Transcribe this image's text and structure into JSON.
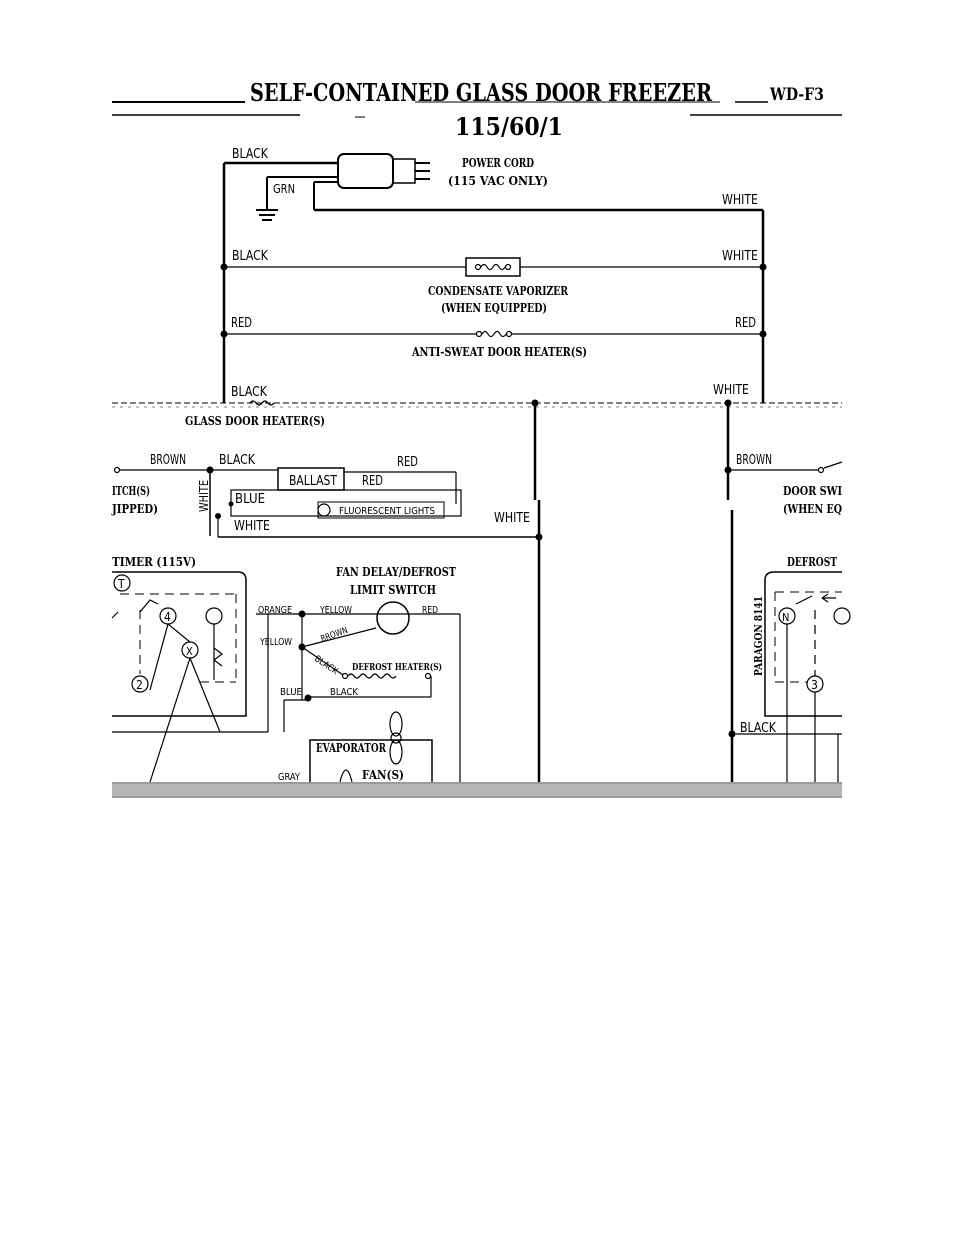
{
  "title": {
    "main": "SELF-CONTAINED GLASS DOOR FREEZER",
    "model": "WD-F3",
    "voltage": "115/60/1"
  },
  "components": {
    "power_cord": "POWER CORD",
    "power_cord_note": "(115 VAC ONLY)",
    "condensate": "CONDENSATE VAPORIZER",
    "condensate_note": "(WHEN EQUIPPED)",
    "anti_sweat": "ANTI-SWEAT DOOR HEATER(S)",
    "glass_door_heater": "GLASS DOOR HEATER(S)",
    "ballast": "BALLAST",
    "fluorescent": "FLUORESCENT LIGHTS",
    "switch_left_1": "ITCH(S)",
    "switch_left_2": "JIPPED)",
    "door_switch_1": "DOOR SWI",
    "door_switch_2": "(WHEN EQ",
    "timer": "TIMER (115V)",
    "fan_delay_1": "FAN DELAY/DEFROST",
    "fan_delay_2": "LIMIT SWITCH",
    "defrost_heater": "DEFROST HEATER(S)",
    "evaporator": "EVAPORATOR",
    "fan": "FAN(S)",
    "defrost_right": "DEFROST",
    "paragon": "PARAGON 8141"
  },
  "wires": {
    "black": "BLACK",
    "white": "WHITE",
    "grn": "GRN",
    "red": "RED",
    "brown": "BROWN",
    "blue": "BLUE",
    "orange": "ORANGE",
    "yellow": "YELLOW",
    "gray": "GRAY"
  },
  "terminals": {
    "t": "T",
    "t4": "4",
    "t2": "2",
    "tx": "X",
    "tn": "N",
    "t3": "3"
  }
}
